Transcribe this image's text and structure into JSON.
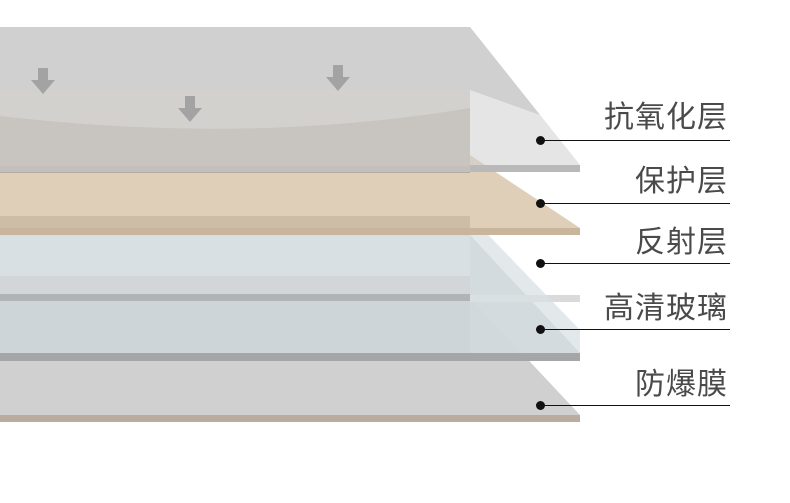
{
  "title": "Screen protector layer structure",
  "layers": [
    {
      "label": "抗氧化层",
      "color": "#d0d0d0"
    },
    {
      "label": "保护层",
      "color": "#dfcfb8"
    },
    {
      "label": "反射层",
      "color": "#d9e0e4"
    },
    {
      "label": "高清玻璃",
      "color": "#a9b2b8"
    },
    {
      "label": "防爆膜",
      "color": "#d0d0d0"
    }
  ],
  "arrows": [
    {
      "icon": "arrow-down-icon"
    },
    {
      "icon": "arrow-down-icon"
    },
    {
      "icon": "arrow-down-icon"
    }
  ],
  "colors": {
    "top_layer": "#d0d0d0",
    "oxidation_band": "#bfb5aa",
    "protect": "#dfcfb8",
    "protect_edge": "#c9b59b",
    "reflect": "#d9e0e4",
    "glass": "#a9b2b8",
    "film": "#d0d0d0",
    "film_edge": "#b8ad9e",
    "arrow": "#a3a3a3",
    "leader": "#111111",
    "text": "#4a4a4a"
  }
}
